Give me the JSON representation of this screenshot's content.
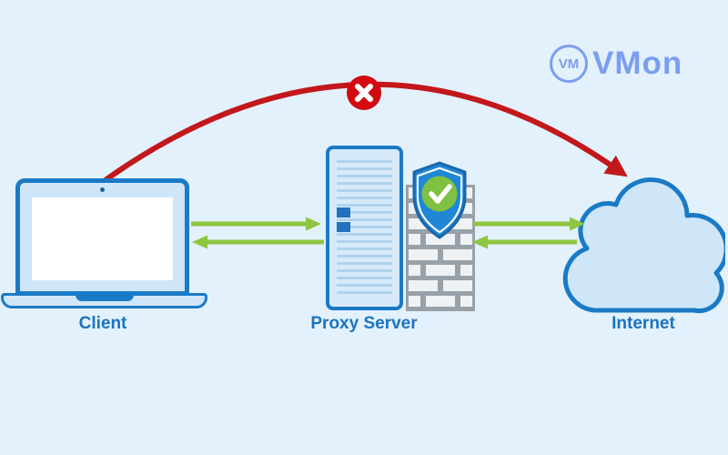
{
  "theme": {
    "bg": "#e3f1fd",
    "blue": "#1b7ac5",
    "panel": "#cfe6f8",
    "stripe": "#afd3ee",
    "labelBlue": "#1a74c0",
    "green": "#8dc63f",
    "red": "#c2181c",
    "redBright": "#d30b10",
    "logoBlue": "#7c9ef0",
    "gray": "#99a1a8",
    "brickFill": "#eef2f5",
    "shieldBlue": "#1f87d5",
    "shieldEdge": "#1a67ab",
    "checkGreen": "#7fc142",
    "ledBlue": "#2172bd"
  },
  "logo": {
    "monogram": "VM",
    "name": "VMon"
  },
  "diagram": {
    "nodes": [
      {
        "id": "client",
        "label": "Client",
        "icon": "laptop-icon"
      },
      {
        "id": "proxy",
        "label": "Proxy Server",
        "icon": "server-icon"
      },
      {
        "id": "internet",
        "label": "Internet",
        "icon": "cloud-icon"
      }
    ],
    "connections": [
      {
        "from": "client",
        "to": "proxy",
        "type": "allowed",
        "direction": "bidirectional",
        "color": "#8dc63f"
      },
      {
        "from": "proxy",
        "to": "internet",
        "type": "allowed",
        "direction": "bidirectional",
        "color": "#8dc63f"
      },
      {
        "from": "client",
        "to": "internet",
        "type": "blocked",
        "direction": "one-way",
        "color": "#c2181c"
      }
    ],
    "icons": [
      "laptop-icon",
      "server-icon",
      "firewall-icon",
      "shield-check-icon",
      "cloud-icon",
      "blocked-x-icon",
      "vm-monogram-icon"
    ]
  }
}
